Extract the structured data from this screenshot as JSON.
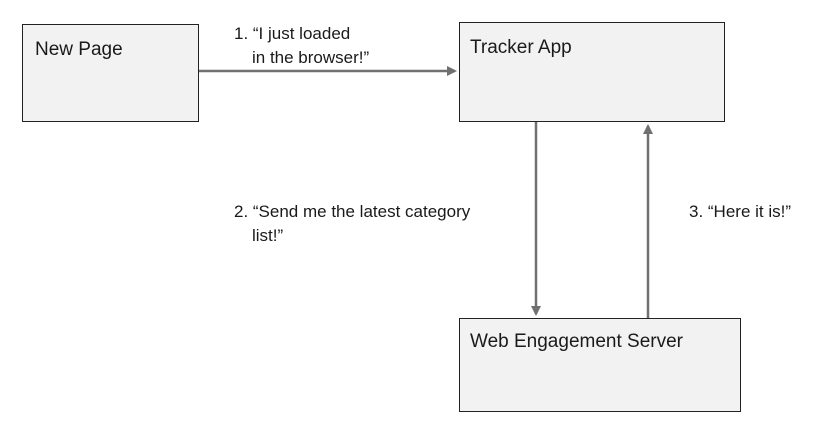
{
  "nodes": {
    "new_page": "New Page",
    "tracker_app": "Tracker App",
    "web_engagement_server": "Web Engagement Server"
  },
  "steps": {
    "step1": {
      "line1": "1. “I just loaded",
      "line2": "in the browser!”"
    },
    "step2": {
      "line1": "2. “Send me the latest category",
      "line2": "list!”"
    },
    "step3": {
      "line1": "3. “Here it is!”"
    }
  },
  "colors": {
    "box_fill": "#f2f2f2",
    "box_border": "#222222",
    "arrow": "#707070"
  }
}
